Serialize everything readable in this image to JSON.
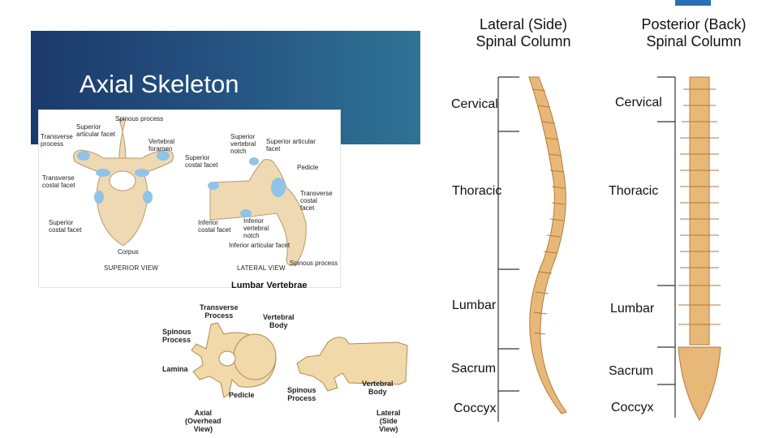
{
  "slide": {
    "title": "Axial Skeleton",
    "banner_colors": [
      "#1b3a6b",
      "#2f7396"
    ],
    "accent_color": "#2a6fb5"
  },
  "thoracic_figure": {
    "labels": {
      "spinous_process": "Spinous process",
      "superior_articular_facet": "Superior\narticular facet",
      "transverse_process": "Transverse\nprocess",
      "vertebral_foramen": "Vertebral\nforamen",
      "transverse_costal_facet": "Transverse\ncostal facet",
      "superior_costal_facet_left": "Superior\ncostal facet",
      "corpus": "Corpus",
      "superior_vertebral_notch": "Superior\nvertebral\nnotch",
      "superior_articular_facet_lateral": "Superior articular\nfacet",
      "superior_costal_facet_lateral": "Superior\ncostal facet",
      "pedicle": "Pedicle",
      "transverse_costal_facet_lateral": "Transverse\ncostal\nfacet",
      "inferior_costal_facet": "Inferior\ncostal facet",
      "inferior_vertebral_notch": "Inferior\nvertebral\nnotch",
      "inferior_articular_facet": "Inferior articular facet",
      "spinous_process_lateral": "Spinous process"
    },
    "superior_view_caption": "SUPERIOR VIEW",
    "lateral_view_caption": "LATERAL VIEW",
    "bone_color": "#eed9b3",
    "facet_color": "#8fc3e8"
  },
  "lumbar_figure": {
    "caption": "Lumbar Vertebrae",
    "labels": {
      "transverse_process": "Transverse\nProcess",
      "vertebral_body": "Vertebral\nBody",
      "spinous_process": "Spinous\nProcess",
      "lamina": "Lamina",
      "pedicle": "Pedicle",
      "spinous_process_side": "Spinous\nProcess",
      "vertebral_body_side": "Vertebral\nBody"
    },
    "axial_caption": "Axial\n(Overhead\nView)",
    "lateral_caption": "Lateral\n(Side\nView)",
    "bone_color": "#f1d9a9"
  },
  "spine_columns": {
    "lateral_heading": "Lateral (Side)\nSpinal Column",
    "posterior_heading": "Posterior (Back)\nSpinal Column",
    "lateral_regions": [
      "Cervical",
      "Thoracic",
      "Lumbar",
      "Sacrum",
      "Coccyx"
    ],
    "posterior_regions": [
      "Cervical",
      "Thoracic",
      "Lumbar",
      "Sacrum",
      "Coccyx"
    ],
    "bone_color": "#e8b878"
  }
}
